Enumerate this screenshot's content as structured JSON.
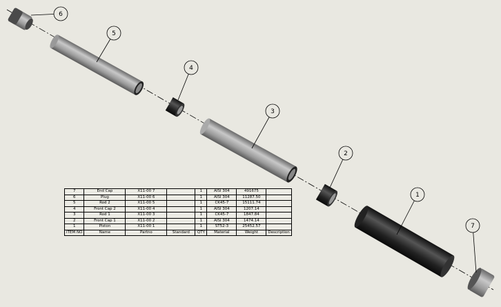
{
  "balloons": [
    "1",
    "2",
    "3",
    "4",
    "5",
    "6",
    "7"
  ],
  "bom": {
    "headers": [
      "ITEM NO",
      "Name",
      "Partno",
      "Standard",
      "QTY",
      "Material",
      "Weight",
      "Description"
    ],
    "rows": [
      [
        "7",
        "End Cap",
        "X11-00 7",
        "",
        "1",
        "AISI 304",
        "491675",
        ""
      ],
      [
        "6",
        "Plug",
        "X11-00 6",
        "",
        "1",
        "AISI 304",
        "11287.50",
        ""
      ],
      [
        "5",
        "Rod 2",
        "X11-00 5",
        "",
        "1",
        "CK45-7",
        "15111.74",
        ""
      ],
      [
        "4",
        "Front Cap 2",
        "X11-00 4",
        "",
        "1",
        "AISI 304",
        "1207.14",
        ""
      ],
      [
        "3",
        "Rod 1",
        "X11-00 3",
        "",
        "1",
        "CK45-7",
        "1847.84",
        ""
      ],
      [
        "2",
        "Front Cap 1",
        "X11-00 2",
        "",
        "1",
        "AISI 304",
        "1474.14",
        ""
      ],
      [
        "1",
        "Piston",
        "X11-00 1",
        "",
        "1",
        "ST52-3",
        "25452.57",
        ""
      ]
    ]
  },
  "colors": {
    "background": "#e9e8e1",
    "part_grey": "#8a8a8a",
    "part_dark": "#1e1e1e"
  }
}
